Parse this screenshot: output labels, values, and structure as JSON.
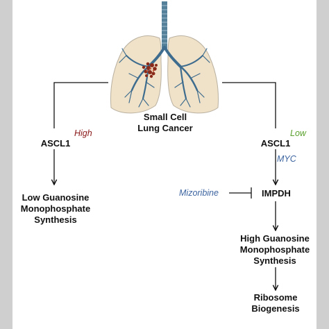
{
  "colors": {
    "frame": "#cfcfcf",
    "panel": "#ffffff",
    "line": "#111111",
    "lung_fill": "#f0e2c8",
    "lung_outline": "#b9b0a0",
    "trachea": "#55809a",
    "bronchi": "#3e6c8e",
    "tumor": "#8a2a1a",
    "high": "#8b1a1a",
    "low": "#5aa02c",
    "blue_label": "#3c64a0"
  },
  "icons": {
    "lungs": "lungs-illustration",
    "tumor": "tumor-cluster"
  },
  "title": {
    "line1": "Small Cell",
    "line2": "Lung Cancer"
  },
  "left_branch": {
    "gene": "ASCL1",
    "level": "High",
    "outcome": [
      "Low Guanosine",
      "Monophosphate",
      "Synthesis"
    ]
  },
  "right_branch": {
    "gene": "ASCL1",
    "level": "Low",
    "regulator": "MYC",
    "enzyme": "IMPDH",
    "inhibitor": "Mizoribine",
    "outcome": [
      "High Guanosine",
      "Monophosphate",
      "Synthesis"
    ],
    "final": [
      "Ribosome",
      "Biogenesis"
    ]
  }
}
